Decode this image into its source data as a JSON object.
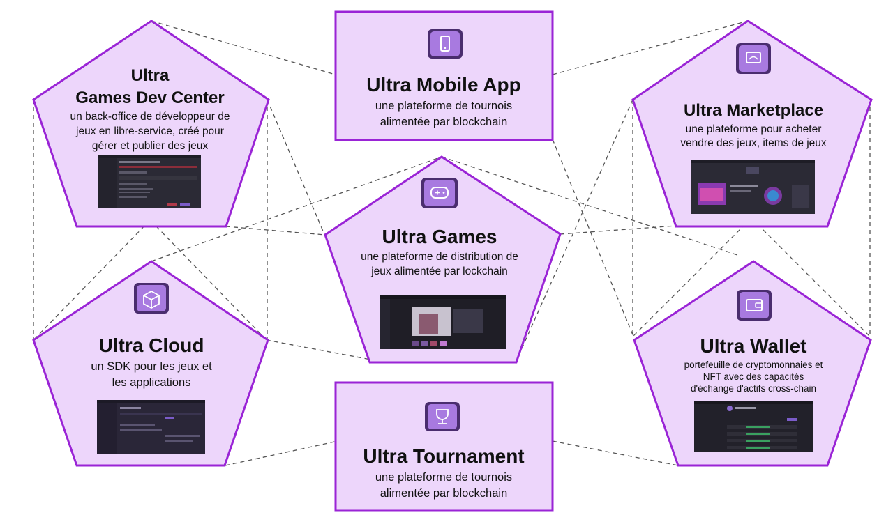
{
  "colors": {
    "shape_fill": "#edd6fb",
    "shape_stroke": "#9a24d6",
    "icon_bg": "#a87ae0",
    "connector": "#555555",
    "screenshot_bg": "#2b2a35"
  },
  "nodes": {
    "devcenter": {
      "title_line1": "Ultra",
      "title_line2": "Games Dev Center",
      "desc_line1": "un back-office de développeur de",
      "desc_line2": "jeux en libre-service, créé pour",
      "desc_line3": "gérer et publier des jeux"
    },
    "mobile": {
      "icon": "mobile-phone-icon",
      "title": "Ultra Mobile App",
      "desc_line1": "une plateforme de tournois",
      "desc_line2": "alimentée par blockchain"
    },
    "marketplace": {
      "icon": "exchange-card-icon",
      "title": "Ultra Marketplace",
      "desc_line1": "une plateforme pour acheter",
      "desc_line2": "vendre des jeux, items de jeux"
    },
    "games": {
      "icon": "gamepad-icon",
      "title": "Ultra Games",
      "desc_line1": "une plateforme de distribution de",
      "desc_line2": "jeux alimentée par lockchain"
    },
    "cloud": {
      "icon": "cube-icon",
      "title": "Ultra Cloud",
      "desc_line1": "un SDK pour les jeux et",
      "desc_line2": "les applications"
    },
    "wallet": {
      "icon": "wallet-icon",
      "title": "Ultra Wallet",
      "desc_line1": "portefeuille de cryptomonnaies et",
      "desc_line2": "NFT avec des capacités",
      "desc_line3": "d'échange d'actifs cross-chain"
    },
    "tournament": {
      "icon": "trophy-icon",
      "title": "Ultra Tournament",
      "desc_line1": "une plateforme de tournois",
      "desc_line2": "alimentée par blockchain"
    }
  }
}
